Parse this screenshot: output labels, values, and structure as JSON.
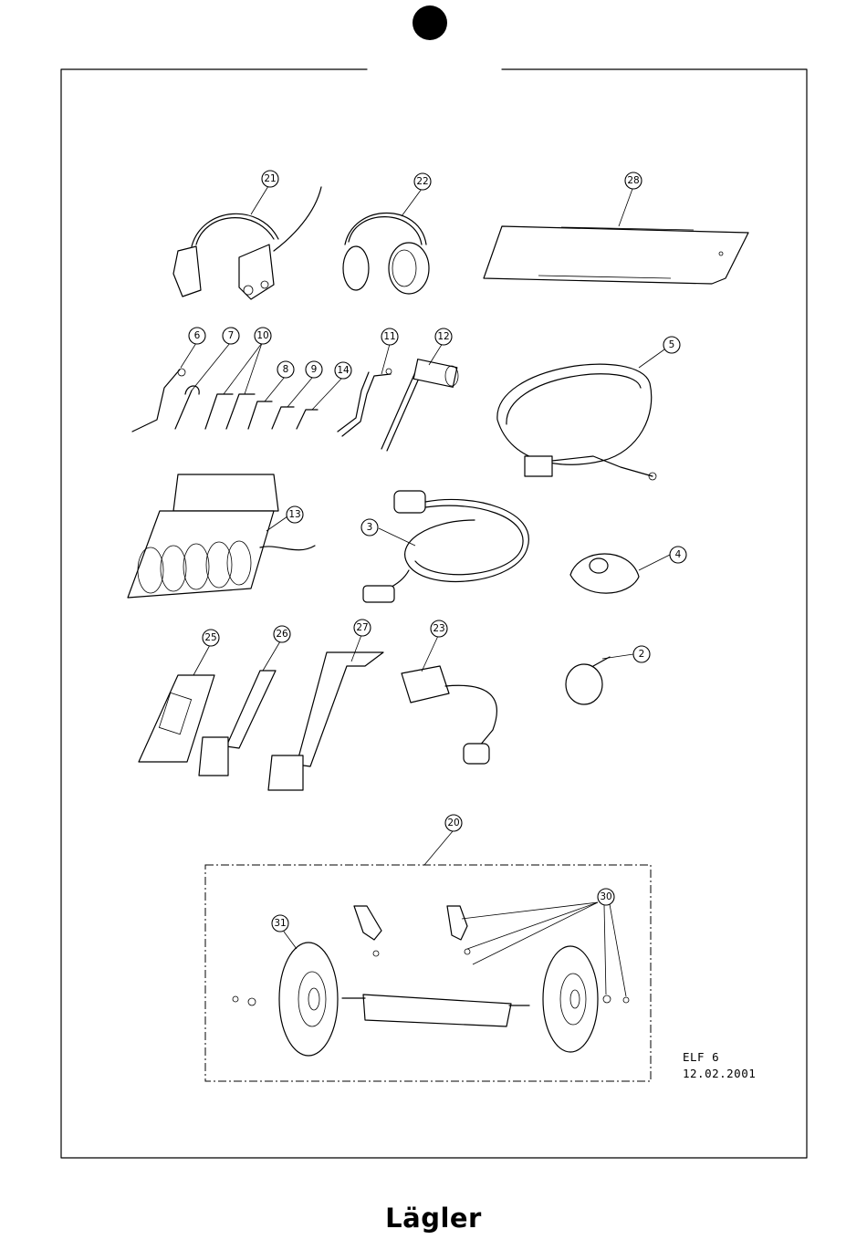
{
  "drawing_id": {
    "model": "ELF 6",
    "date": "12.02.2001"
  },
  "brand": "Lägler",
  "callouts": [
    {
      "number": "21"
    },
    {
      "number": "22"
    },
    {
      "number": "28"
    },
    {
      "number": "6"
    },
    {
      "number": "7"
    },
    {
      "number": "10"
    },
    {
      "number": "8"
    },
    {
      "number": "9"
    },
    {
      "number": "14"
    },
    {
      "number": "11"
    },
    {
      "number": "12"
    },
    {
      "number": "5"
    },
    {
      "number": "13"
    },
    {
      "number": "3"
    },
    {
      "number": "4"
    },
    {
      "number": "25"
    },
    {
      "number": "26"
    },
    {
      "number": "27"
    },
    {
      "number": "23"
    },
    {
      "number": "2"
    },
    {
      "number": "20"
    },
    {
      "number": "30"
    },
    {
      "number": "31"
    }
  ]
}
